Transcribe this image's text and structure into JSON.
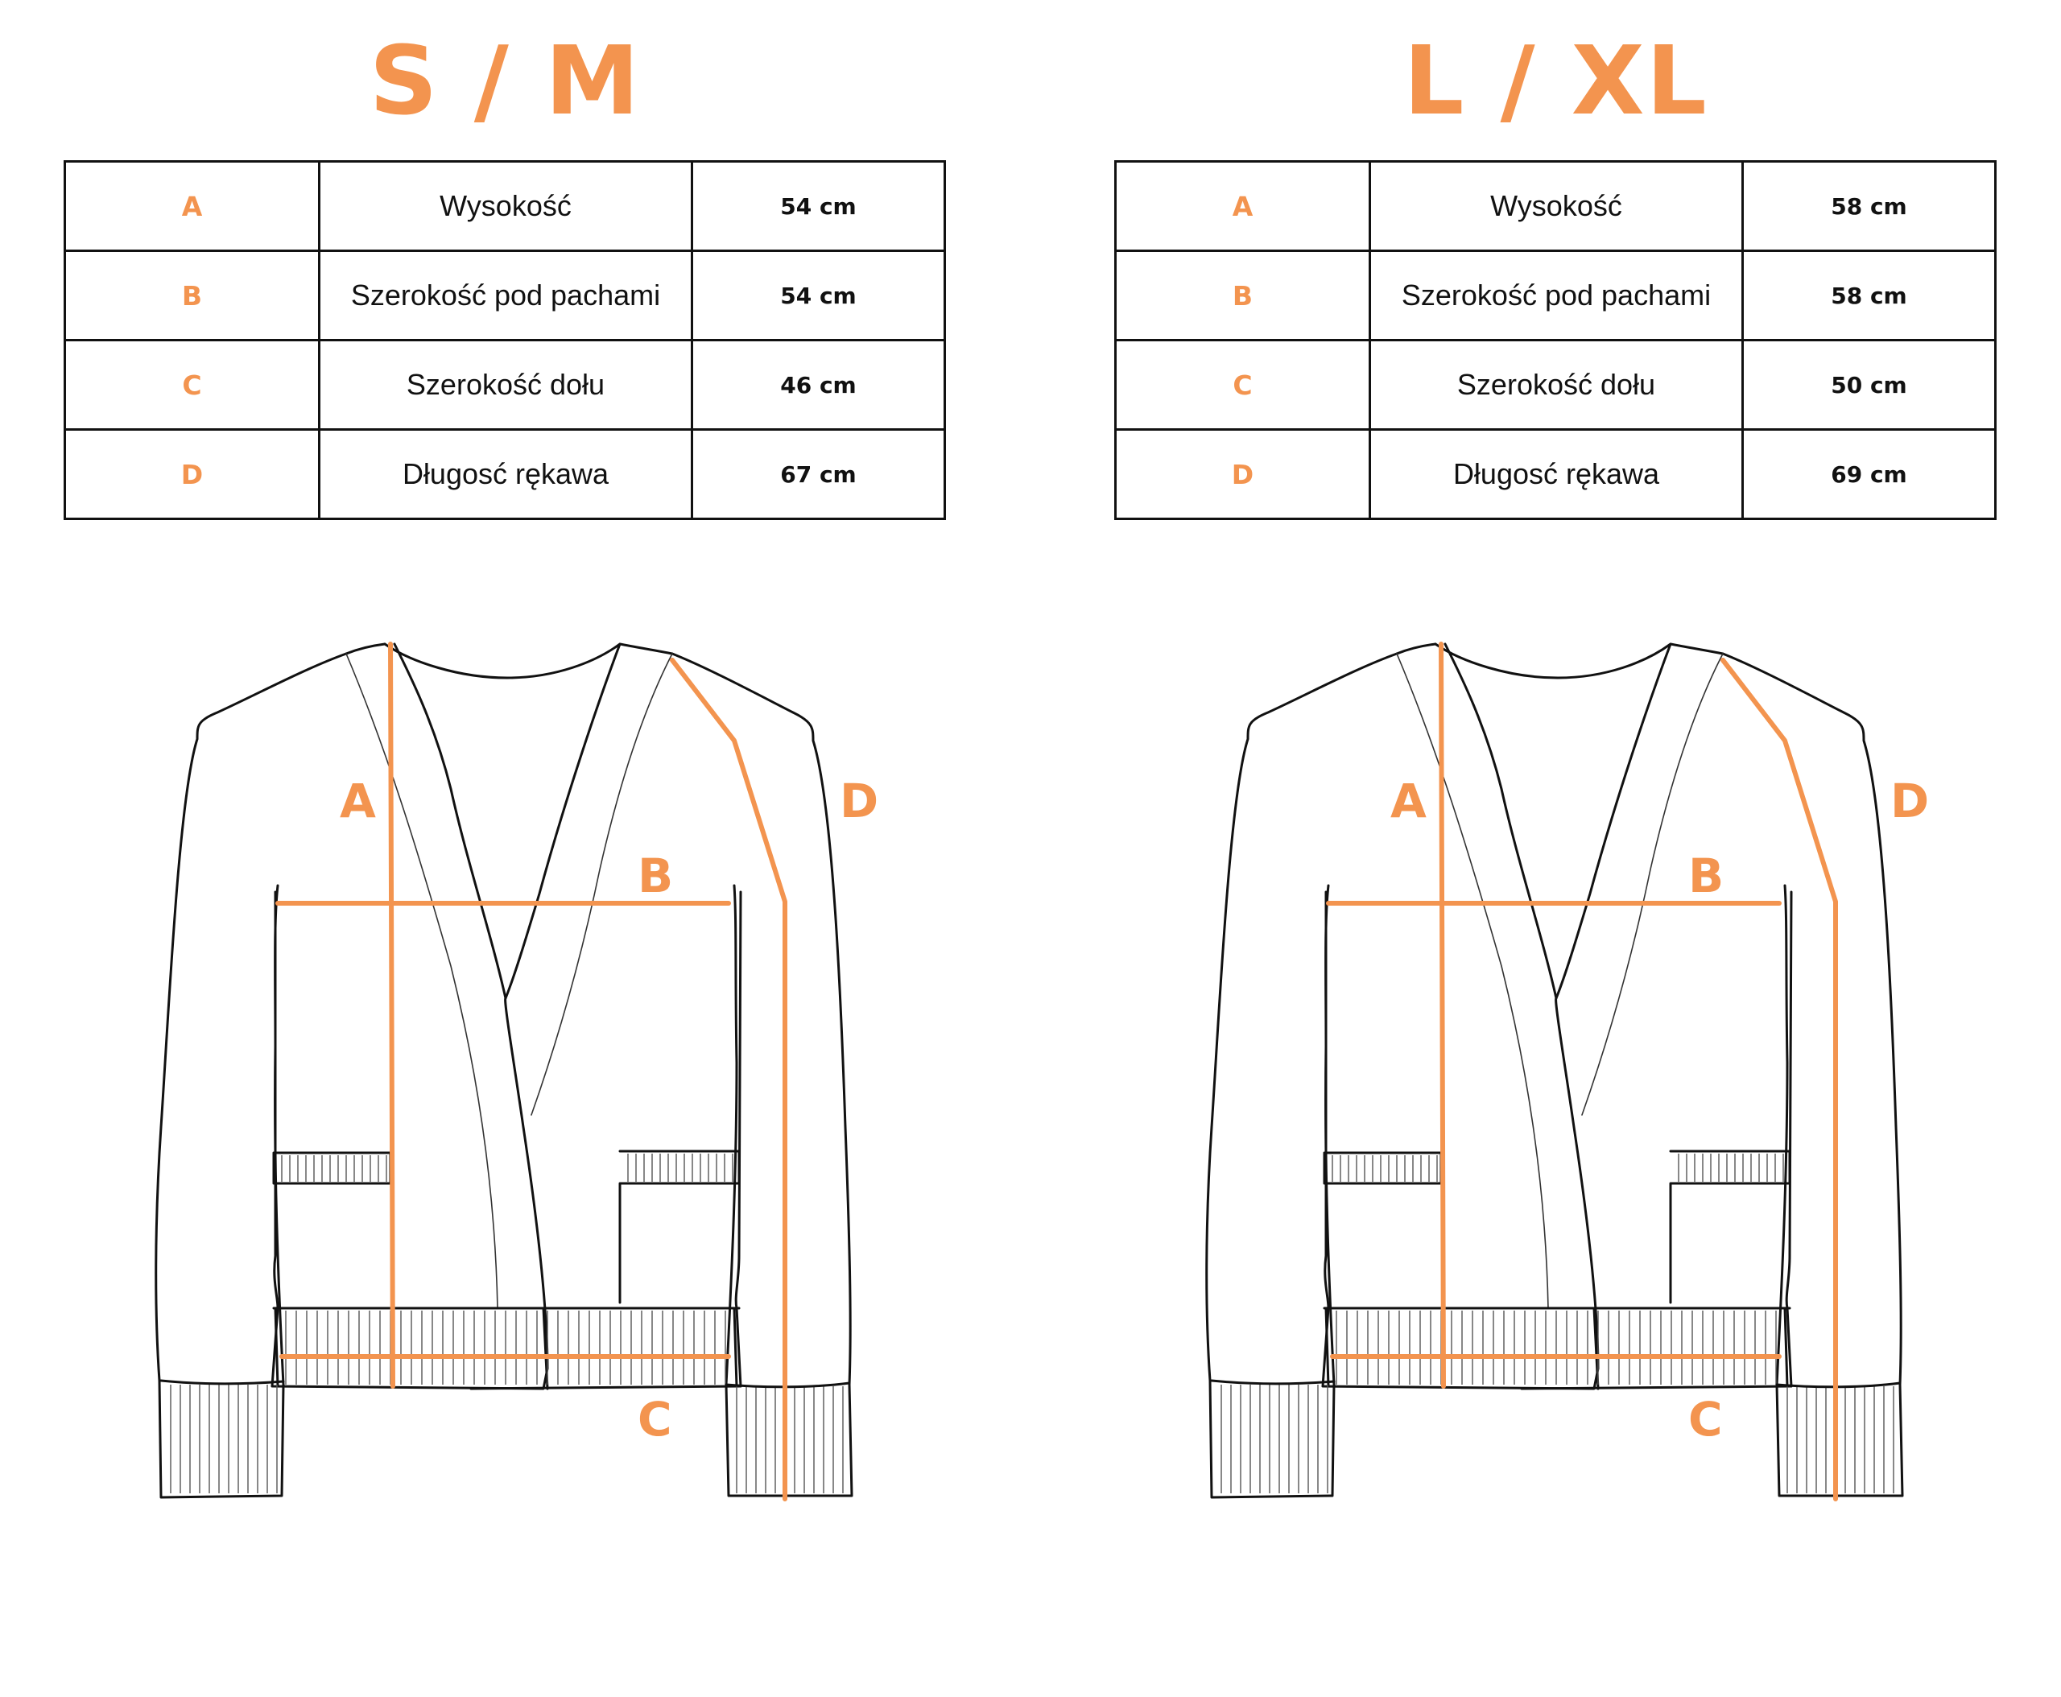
{
  "accent_color": "#F3944F",
  "line_color": "#111111",
  "charts": [
    {
      "size_title": "S / M",
      "rows": [
        {
          "letter": "A",
          "label": "Wysokość",
          "value": "54 cm"
        },
        {
          "letter": "B",
          "label": "Szerokość pod pachami",
          "value": "54 cm"
        },
        {
          "letter": "C",
          "label": "Szerokość dołu",
          "value": "46 cm"
        },
        {
          "letter": "D",
          "label": "Długosć rękawa",
          "value": "67 cm"
        }
      ],
      "diagram_labels": {
        "a": "A",
        "b": "B",
        "c": "C",
        "d": "D"
      }
    },
    {
      "size_title": "L / XL",
      "rows": [
        {
          "letter": "A",
          "label": "Wysokość",
          "value": "58 cm"
        },
        {
          "letter": "B",
          "label": "Szerokość pod pachami",
          "value": "58 cm"
        },
        {
          "letter": "C",
          "label": "Szerokość dołu",
          "value": "50 cm"
        },
        {
          "letter": "D",
          "label": "Długosć rękawa",
          "value": "69 cm"
        }
      ],
      "diagram_labels": {
        "a": "A",
        "b": "B",
        "c": "C",
        "d": "D"
      }
    }
  ]
}
